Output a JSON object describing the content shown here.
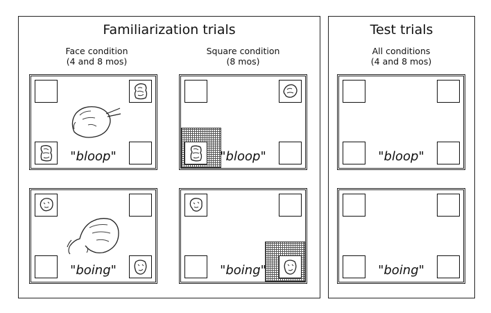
{
  "familiarization": {
    "title": "Familiarization trials",
    "face_condition": {
      "line1": "Face condition",
      "line2": "(4 and 8 mos)"
    },
    "square_condition": {
      "line1": "Square condition",
      "line2": "(8 mos)"
    }
  },
  "test": {
    "title": "Test trials",
    "all_conditions": {
      "line1": "All conditions",
      "line2": "(4 and 8 mos)"
    }
  },
  "words": {
    "top": "\"bloop\"",
    "bottom": "\"boing\""
  },
  "icons": [
    "face-sketch-icon",
    "toy-object-icon",
    "checkerboard-square"
  ]
}
